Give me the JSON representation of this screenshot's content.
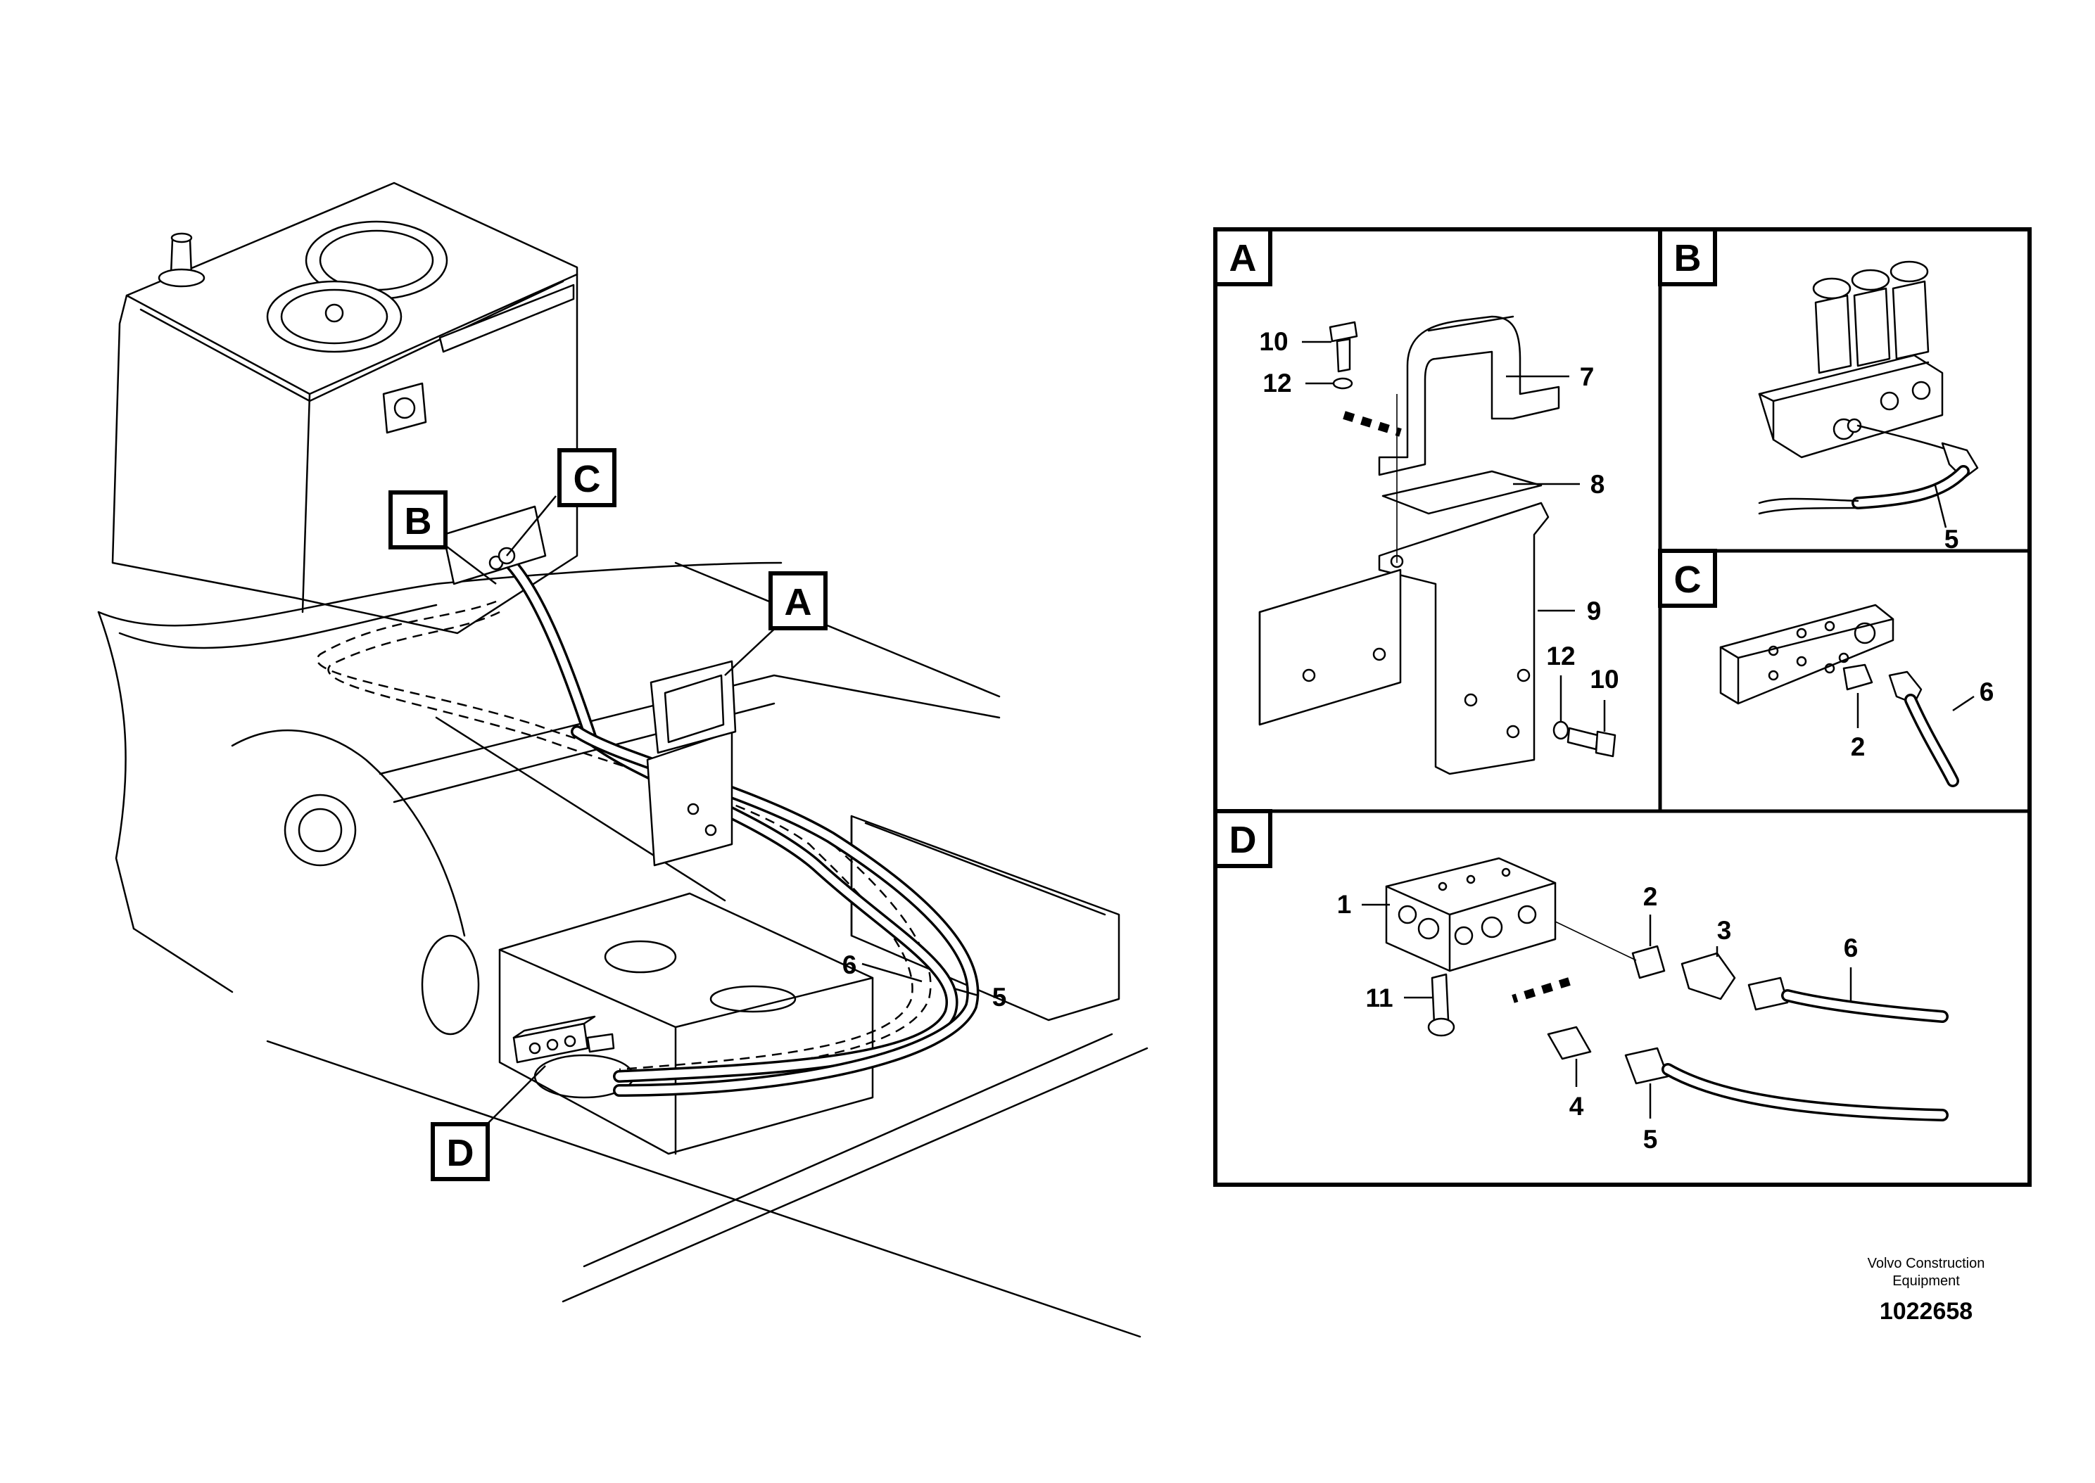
{
  "callouts": {
    "a": "A",
    "b": "B",
    "c": "C",
    "d": "D"
  },
  "detail_panels": {
    "a": "A",
    "b": "B",
    "c": "C",
    "d": "D"
  },
  "main_view_labels": {
    "hose_6": "6",
    "hose_5": "5"
  },
  "panel_a_labels": {
    "bolt_top": "10",
    "washer_top": "12",
    "clamp": "7",
    "pad": "8",
    "bracket": "9",
    "washer_bottom": "12",
    "bolt_bottom": "10"
  },
  "panel_b_labels": {
    "hose": "5"
  },
  "panel_c_labels": {
    "nipple": "2",
    "hose": "6"
  },
  "panel_d_labels": {
    "block": "1",
    "nipple_upper": "2",
    "elbow": "3",
    "hose_upper": "6",
    "screw": "11",
    "nipple_lower": "4",
    "hose_lower": "5"
  },
  "footer": {
    "company_line1": "Volvo Construction",
    "company_line2": "Equipment",
    "drawing_number": "1022658"
  }
}
